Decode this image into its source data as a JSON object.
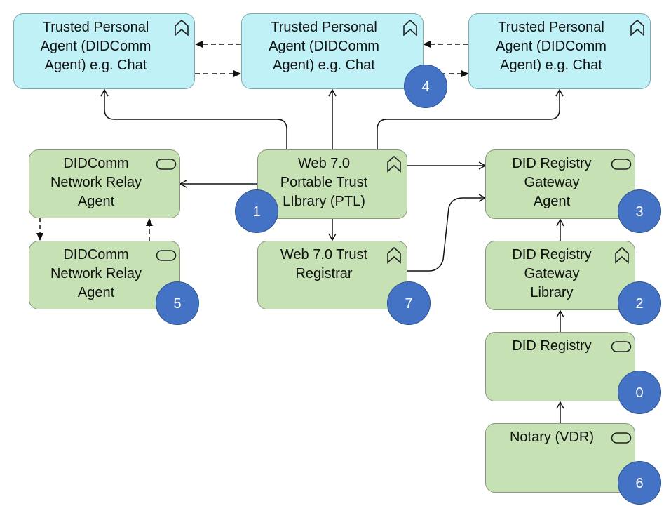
{
  "nodes": {
    "tpa_left": {
      "label": "Trusted Personal\nAgent (DIDComm\nAgent) e.g. Chat",
      "icon": "function-icon"
    },
    "tpa_center": {
      "label": "Trusted Personal\nAgent (DIDComm\nAgent) e.g. Chat",
      "icon": "function-icon"
    },
    "tpa_right": {
      "label": "Trusted Personal\nAgent (DIDComm\nAgent) e.g. Chat",
      "icon": "function-icon"
    },
    "relay_top": {
      "label": "DIDComm\nNetwork Relay\nAgent",
      "icon": "service-icon"
    },
    "relay_bottom": {
      "label": "DIDComm\nNetwork Relay\nAgent",
      "icon": "service-icon"
    },
    "ptl": {
      "label": "Web 7.0\nPortable Trust\nLIbrary (PTL)",
      "icon": "function-icon"
    },
    "registrar": {
      "label": "Web 7.0 Trust\nRegistrar",
      "icon": "function-icon"
    },
    "gateway_agent": {
      "label": "DID Registry\nGateway\nAgent",
      "icon": "service-icon"
    },
    "gateway_library": {
      "label": "DID Registry\nGateway\nLibrary",
      "icon": "function-icon"
    },
    "registry": {
      "label": "DID Registry",
      "icon": "service-icon"
    },
    "notary": {
      "label": "Notary (VDR)",
      "icon": "service-icon"
    }
  },
  "badges": {
    "ptl": "1",
    "gateway_library": "2",
    "gateway_agent": "3",
    "tpa_center": "4",
    "relay_bottom": "5",
    "notary": "6",
    "registrar": "7",
    "registry": "0"
  },
  "colors": {
    "green_fill": "#c6e2b4",
    "cyan_fill": "#bff1f7",
    "badge_fill": "#4472c4",
    "edge": "#111111"
  }
}
